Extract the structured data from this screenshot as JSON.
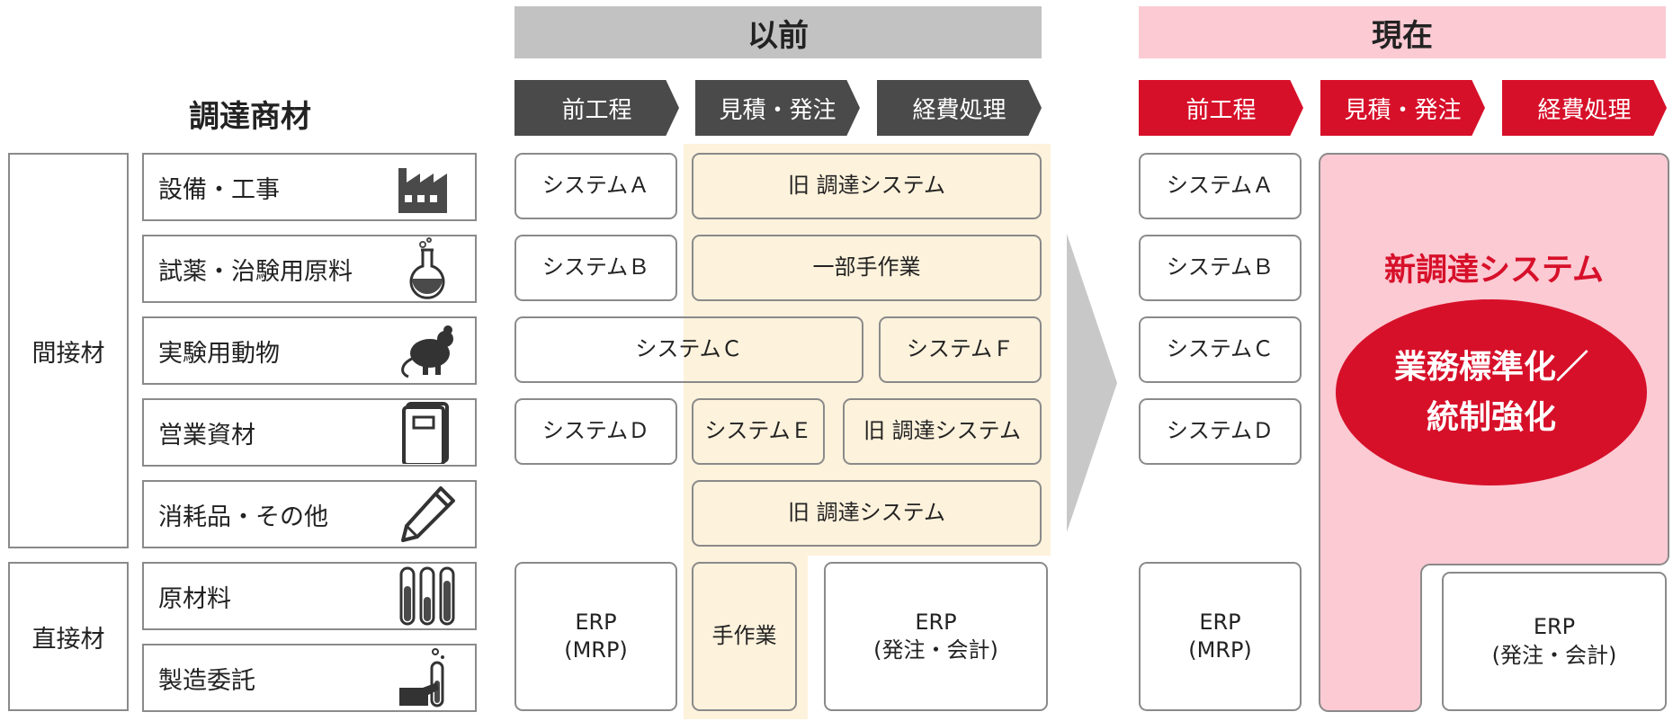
{
  "header": {
    "before": "以前",
    "now": "現在",
    "materials_title": "調達商材"
  },
  "steps": [
    "前工程",
    "見積・発注",
    "経費処理"
  ],
  "groups": {
    "indirect": "間接材",
    "direct": "直接材"
  },
  "materials": [
    {
      "label": "設備・工事",
      "icon": "factory-icon"
    },
    {
      "label": "試薬・治験用原料",
      "icon": "flask-icon"
    },
    {
      "label": "実験用動物",
      "icon": "rat-icon"
    },
    {
      "label": "営業資材",
      "icon": "binder-icon"
    },
    {
      "label": "消耗品・その他",
      "icon": "pencil-icon"
    },
    {
      "label": "原材料",
      "icon": "test-tubes-icon"
    },
    {
      "label": "製造委託",
      "icon": "hand-test-tube-icon"
    }
  ],
  "before": {
    "system_a": "システムＡ",
    "system_b": "システムＢ",
    "system_c": "システムＣ",
    "system_d": "システムＤ",
    "system_e": "システムＥ",
    "system_f": "システムＦ",
    "old_procurement": "旧 調達システム",
    "partial_manual": "一部手作業",
    "manual": "手作業",
    "erp_mrp": "ERP\n(MRP)",
    "erp_order": "ERP\n(発注・会計)"
  },
  "now": {
    "system_a": "システムＡ",
    "system_b": "システムＢ",
    "system_c": "システムＣ",
    "system_d": "システムＤ",
    "new_system": "新調達システム",
    "oval_text": "業務標準化／\n統制強化",
    "erp_mrp": "ERP\n(MRP)",
    "erp_order": "ERP\n(発注・会計)"
  },
  "colors": {
    "accent_red": "#d7102a",
    "pink_bg": "#fbcad3",
    "gray_banner": "#c2c2c2",
    "dark_chevron": "#4a4a4a",
    "cream": "#fdf2dc",
    "arrow_gray": "#c8c8c8"
  }
}
